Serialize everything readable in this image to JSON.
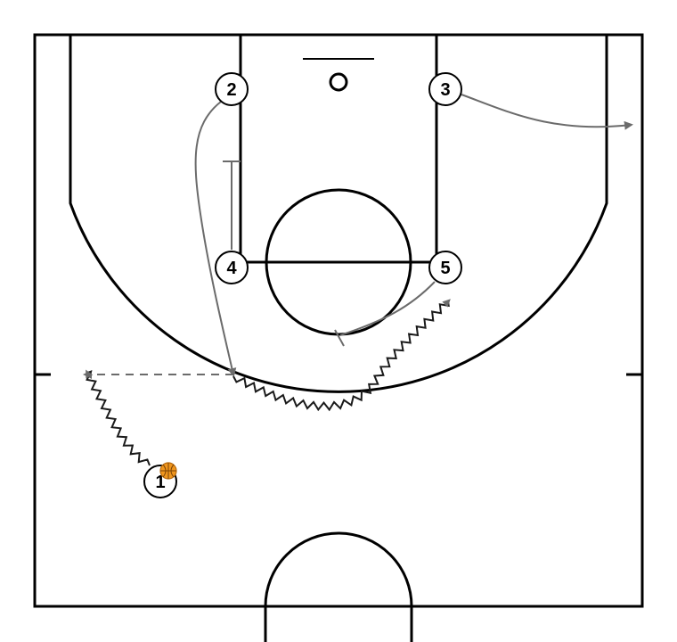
{
  "diagram": {
    "colors": {
      "court_lines": "#000000",
      "movement_arrow": "#6b6b6b",
      "dribble": "#1a1a1a",
      "ball": "#f0961e"
    },
    "players": [
      {
        "id": "p1",
        "label": "1",
        "has_ball": true
      },
      {
        "id": "p2",
        "label": "2"
      },
      {
        "id": "p3",
        "label": "3"
      },
      {
        "id": "p4",
        "label": "4"
      },
      {
        "id": "p5",
        "label": "5"
      }
    ],
    "actions": [
      {
        "type": "dribble",
        "from": "1",
        "to": "wing-left"
      },
      {
        "type": "screen",
        "by": "4"
      },
      {
        "type": "cut",
        "player": "2"
      },
      {
        "type": "cut",
        "player": "3",
        "to": "corner-right"
      },
      {
        "type": "screen",
        "by": "5"
      },
      {
        "type": "pass",
        "from": "wing-left",
        "to": "2"
      },
      {
        "type": "dribble",
        "player": "2",
        "to": "right-elbow"
      }
    ]
  }
}
